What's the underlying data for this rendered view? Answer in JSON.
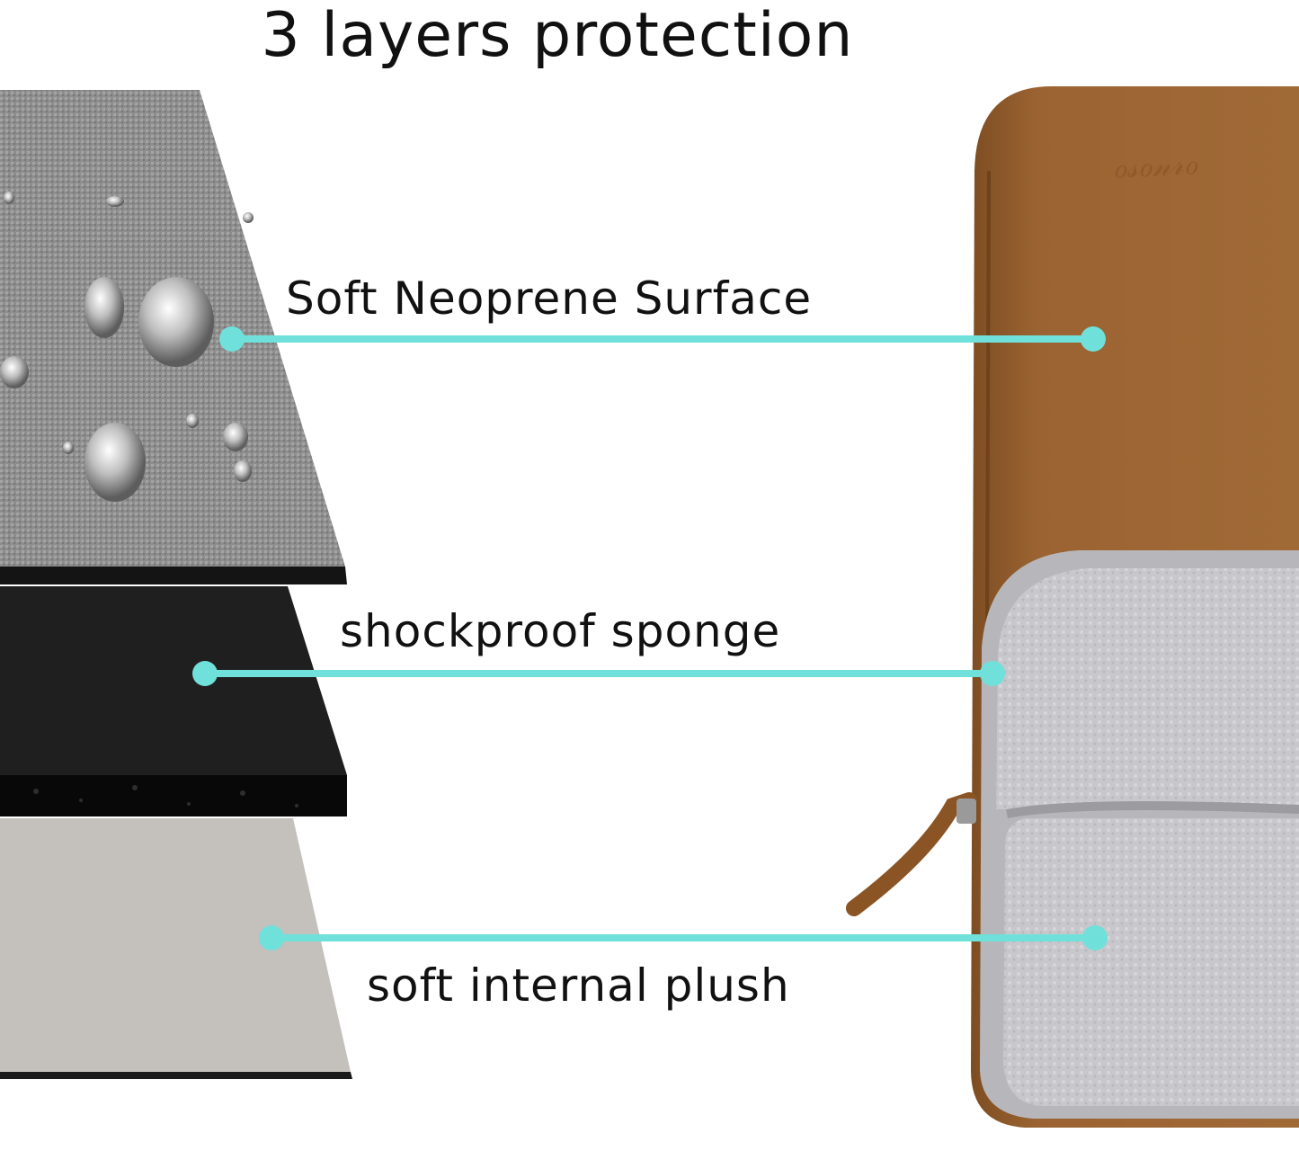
{
  "title": "3 layers protection",
  "layers": [
    {
      "label": "Soft Neoprene Surface"
    },
    {
      "label": "shockproof sponge"
    },
    {
      "label": "soft internal plush"
    }
  ],
  "colors": {
    "callout": "#70e0da",
    "neoprene": "#8d8d8d",
    "sponge": "#1f1f1f",
    "plush": "#c4c1bd",
    "sleeve": "#99622f",
    "lining": "#c9c9cc"
  }
}
